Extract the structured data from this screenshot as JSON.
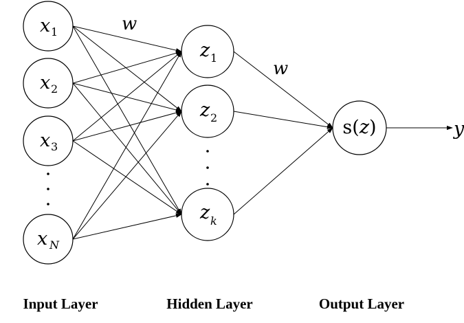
{
  "input_nodes": [
    {
      "var": "x",
      "sub": "1"
    },
    {
      "var": "x",
      "sub": "2"
    },
    {
      "var": "x",
      "sub": "3"
    },
    {
      "var": "x",
      "sub": "N"
    }
  ],
  "hidden_nodes": [
    {
      "var": "z",
      "sub": "1"
    },
    {
      "var": "z",
      "sub": "2"
    },
    {
      "var": "z",
      "sub": "k"
    }
  ],
  "output_node": {
    "fn": "s",
    "open": "(",
    "arg": "z",
    "close": ")"
  },
  "output_var": "y",
  "weights": {
    "input_to_hidden": "w",
    "hidden_to_output": "w"
  },
  "layer_labels": {
    "input": "Input Layer",
    "hidden": "Hidden Layer",
    "output": "Output Layer"
  }
}
